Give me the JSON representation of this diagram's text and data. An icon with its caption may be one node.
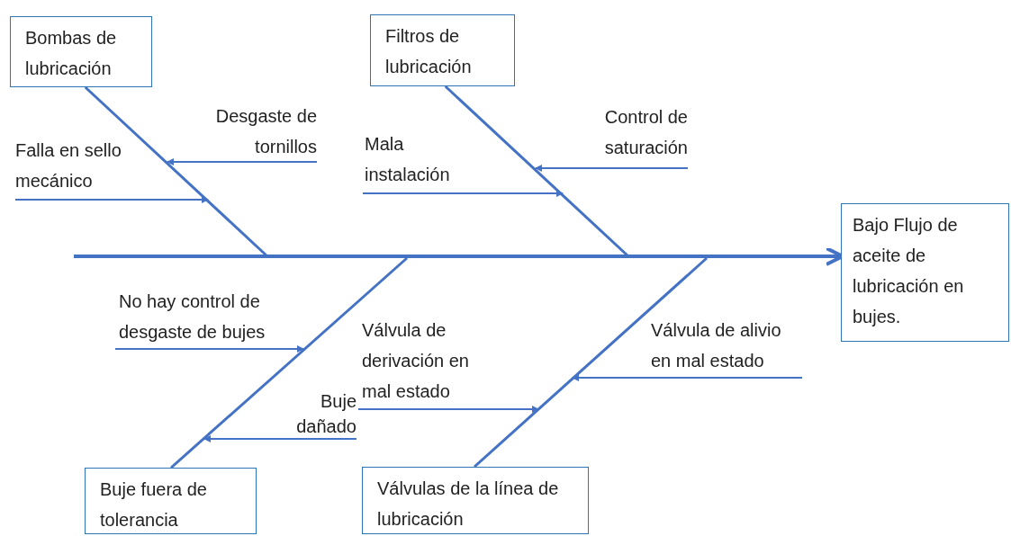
{
  "diagram": {
    "nodes": [
      {
        "text": [
          "Bombas de lubricación"
        ]
      },
      {
        "text": [
          "Filtros de lubricación"
        ]
      },
      {
        "text": [
          "Bajo Flujo de aceite de lubricación en bujes."
        ]
      },
      {
        "text": [
          "Buje fuera de tolerancia"
        ]
      },
      {
        "text": [
          "Válvulas de la línea de lubricación"
        ]
      },
      {
        "text": [
          "Desgaste de tornillos"
        ]
      },
      {
        "text": [
          "Falla en sello mecánico"
        ]
      },
      {
        "text": [
          "Mala instalación"
        ]
      },
      {
        "text": [
          "Control de saturación"
        ]
      },
      {
        "text": [
          "No hay control de desgaste de bujes"
        ]
      },
      {
        "text": [
          "Buje dañado"
        ]
      },
      {
        "text": [
          "Válvula de derivación en mal estado"
        ]
      },
      {
        "text": [
          "Válvula de alivio en mal estado"
        ]
      }
    ],
    "edges": [
      {
        "from": null,
        "to": 2,
        "arrow": "to",
        "style": "thick"
      },
      {
        "from": 0,
        "to": null,
        "arrow": "none"
      },
      {
        "from": 1,
        "to": null,
        "arrow": "none"
      },
      {
        "from": 3,
        "to": null,
        "arrow": "none"
      },
      {
        "from": 4,
        "to": null,
        "arrow": "none"
      },
      {
        "from": 5,
        "to": null,
        "arrow": "to"
      },
      {
        "from": 6,
        "to": null,
        "arrow": "to"
      },
      {
        "from": 7,
        "to": null,
        "arrow": "to"
      },
      {
        "from": 8,
        "to": null,
        "arrow": "to"
      },
      {
        "from": 9,
        "to": null,
        "arrow": "to"
      },
      {
        "from": 10,
        "to": null,
        "arrow": "to"
      },
      {
        "from": 11,
        "to": null,
        "arrow": "to"
      },
      {
        "from": 12,
        "to": null,
        "arrow": "to"
      }
    ]
  }
}
